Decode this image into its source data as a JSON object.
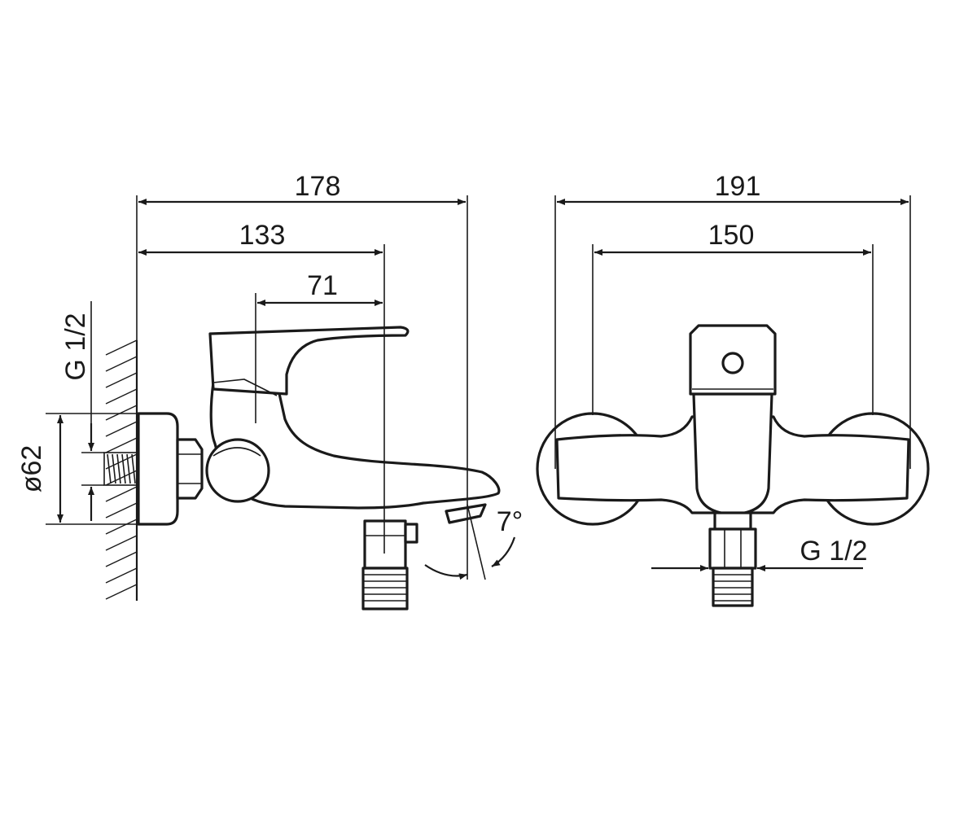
{
  "dimensions": {
    "side_total_length": "178",
    "side_spout_length": "133",
    "side_lever_offset": "71",
    "side_inlet_thread": "G 1/2",
    "side_flange_diameter": "ø62",
    "side_spout_angle": "7°",
    "front_total_width": "191",
    "front_center_distance": "150",
    "front_outlet_thread": "G 1/2"
  }
}
